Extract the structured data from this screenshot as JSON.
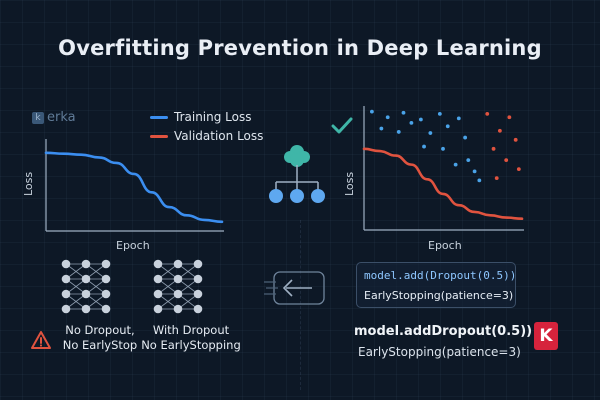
{
  "title": "Overfitting Prevention in Deep Learning",
  "brand": {
    "mark": "k",
    "name": "erka"
  },
  "legend": {
    "training": {
      "label": "Training Loss",
      "color": "#3b8ef0"
    },
    "validation": {
      "label": "Validation Loss",
      "color": "#e0533f"
    }
  },
  "left_chart": {
    "xlabel": "Epoch",
    "ylabel": "Loss"
  },
  "right_chart": {
    "xlabel": "Epoch",
    "ylabel": "Loss"
  },
  "chart_data": [
    {
      "type": "line",
      "title": "",
      "xlabel": "Epoch",
      "ylabel": "Loss",
      "x": [
        0,
        1,
        2,
        3,
        4,
        5,
        6,
        7,
        8,
        9,
        10
      ],
      "series": [
        {
          "name": "Training Loss",
          "color": "#3b8ef0",
          "values": [
            0.85,
            0.84,
            0.83,
            0.8,
            0.74,
            0.62,
            0.42,
            0.26,
            0.17,
            0.12,
            0.1
          ]
        }
      ],
      "xlim": [
        0,
        10
      ],
      "ylim": [
        0,
        1
      ],
      "grid": false
    },
    {
      "type": "line",
      "title": "",
      "xlabel": "Epoch",
      "ylabel": "Loss",
      "x": [
        0,
        1,
        2,
        3,
        4,
        5,
        6,
        7,
        8,
        9,
        10
      ],
      "series": [
        {
          "name": "Validation Loss",
          "color": "#e0533f",
          "values": [
            0.72,
            0.7,
            0.66,
            0.58,
            0.45,
            0.32,
            0.22,
            0.16,
            0.13,
            0.11,
            0.1
          ]
        }
      ],
      "scatter": [
        {
          "color": "#4aa3e8",
          "points": [
            [
              0.5,
              1.05
            ],
            [
              1.5,
              1.0
            ],
            [
              2.5,
              1.04
            ],
            [
              3.6,
              0.98
            ],
            [
              4.8,
              1.03
            ],
            [
              6.0,
              0.99
            ],
            [
              1.1,
              0.9
            ],
            [
              2.2,
              0.87
            ],
            [
              3.0,
              0.95
            ],
            [
              4.2,
              0.86
            ],
            [
              5.3,
              0.92
            ],
            [
              6.4,
              0.82
            ],
            [
              3.8,
              0.74
            ],
            [
              5.0,
              0.72
            ],
            [
              6.6,
              0.62
            ],
            [
              7.0,
              0.52
            ],
            [
              7.3,
              0.44
            ],
            [
              5.8,
              0.58
            ]
          ]
        },
        {
          "color": "#e0533f",
          "points": [
            [
              7.8,
              1.03
            ],
            [
              9.2,
              1.0
            ],
            [
              8.6,
              0.88
            ],
            [
              9.6,
              0.8
            ],
            [
              8.2,
              0.72
            ],
            [
              9.0,
              0.62
            ],
            [
              9.8,
              0.54
            ],
            [
              8.4,
              0.46
            ]
          ]
        }
      ],
      "xlim": [
        0,
        10
      ],
      "ylim": [
        0,
        1.1
      ],
      "grid": false
    }
  ],
  "icons": {
    "check_color": "#3fb6a8",
    "warning_color": "#e0533f",
    "tree_color": "#3fb6a8",
    "node_color": "#5ea8f0"
  },
  "captions": {
    "no_dropout_line1": "No Dropout,",
    "no_dropout_line2": "No EarlyStop",
    "with_dropout_line1": "With Dropout",
    "with_dropout_line2": "No EarlyStopping"
  },
  "code": {
    "box_line1": "model.add(Dropout(0.5))",
    "box_line2": "EarlyStopping(patience=3)",
    "line3": "model.addDropout(0.5))",
    "line4": "EarlyStopping(patience=3)",
    "badge": "K"
  }
}
